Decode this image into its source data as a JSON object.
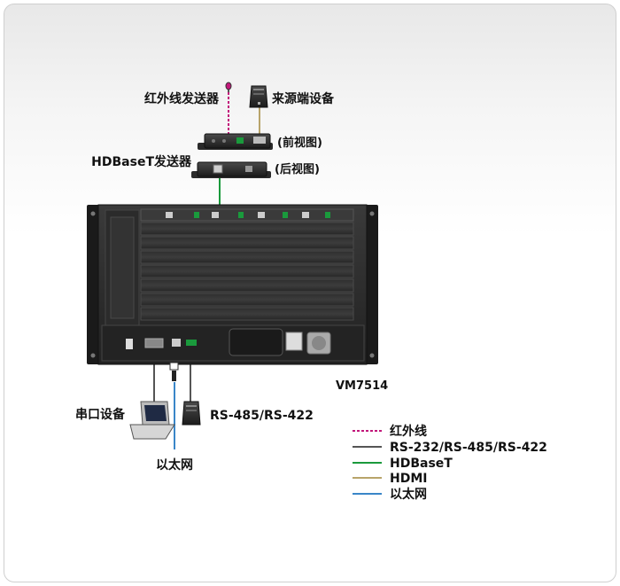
{
  "labels": {
    "ir_transmitter": "红外线发送器",
    "source_device": "来源端设备",
    "front_view": "(前视图)",
    "rear_view": "(后视图)",
    "hdbaset_transmitter": "HDBaseT发送器",
    "model": "VM7514",
    "serial_device": "串口设备",
    "rs485": "RS-485/RS-422",
    "ethernet": "以太网"
  },
  "legend": [
    {
      "label": "红外线",
      "color": "#c2187a",
      "style": "dashed"
    },
    {
      "label": "RS-232/RS-485/RS-422",
      "color": "#555555",
      "style": "solid"
    },
    {
      "label": "HDBaseT",
      "color": "#1a9a3c",
      "style": "solid"
    },
    {
      "label": "HDMI",
      "color": "#b8a46a",
      "style": "solid"
    },
    {
      "label": "以太网",
      "color": "#3a86c8",
      "style": "solid"
    }
  ],
  "colors": {
    "ir": "#c2187a",
    "serial": "#555555",
    "hdbaset": "#1a9a3c",
    "hdmi": "#b8a46a",
    "ethernet": "#3a86c8"
  }
}
